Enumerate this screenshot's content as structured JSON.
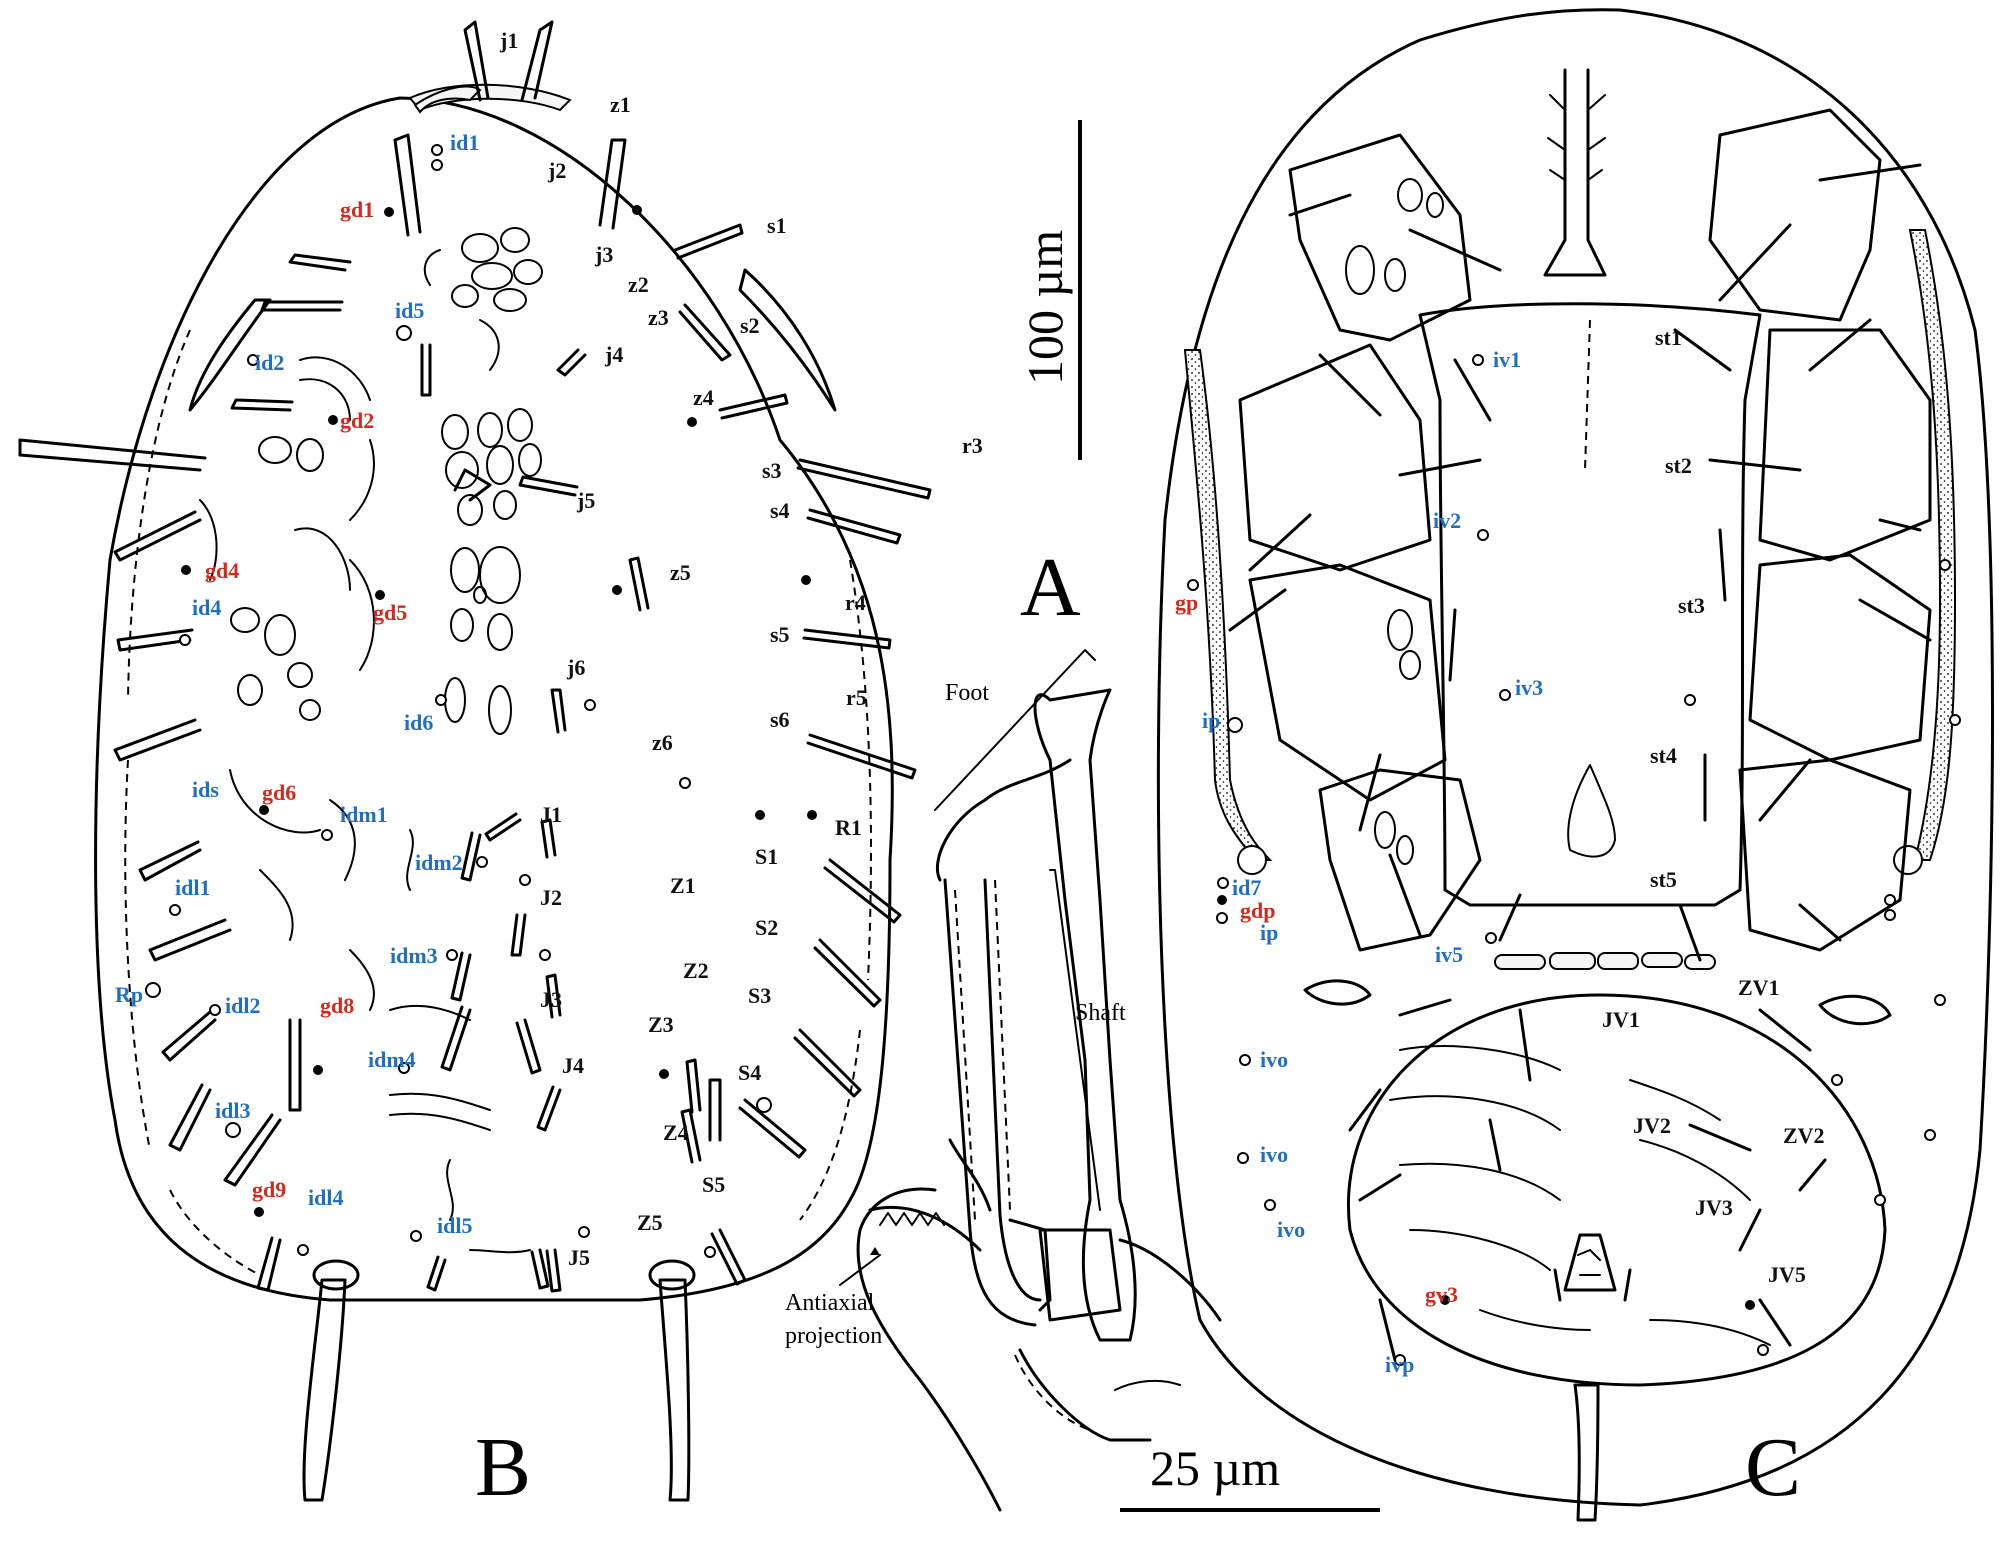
{
  "colors": {
    "morphological_seta": "#111111",
    "idiosomal_pore": "#1f6fc4",
    "gland_opening": "#d42a1e"
  },
  "panels": {
    "a": "A",
    "b": "B",
    "c": "C"
  },
  "scale_bars": {
    "top": "100 µm",
    "bottom": "25 µm"
  },
  "annotations": {
    "foot": "Foot",
    "shaft": "Shaft",
    "antiaxial_line1": "Antiaxial",
    "antiaxial_line2": "projection"
  },
  "dorsal_labels": {
    "j1": "j1",
    "z1": "z1",
    "id1": "id1",
    "j2": "j2",
    "gd1": "gd1",
    "j3": "j3",
    "s1": "s1",
    "z2": "z2",
    "id5": "id5",
    "z3": "z3",
    "s2": "s2",
    "j4": "j4",
    "id2": "id2",
    "z4": "z4",
    "gd2": "gd2",
    "r3": "r3",
    "s3": "s3",
    "j5": "j5",
    "s4": "s4",
    "gd4": "gd4",
    "z5": "z5",
    "r4": "r4",
    "id4": "id4",
    "gd5": "gd5",
    "s5": "s5",
    "j6": "j6",
    "r5": "r5",
    "id6": "id6",
    "s6": "s6",
    "z6": "z6",
    "ids": "ids",
    "gd6": "gd6",
    "idm1": "idm1",
    "J1": "J1",
    "R1": "R1",
    "idm2": "idm2",
    "S1": "S1",
    "idl1": "idl1",
    "J2": "J2",
    "Z1": "Z1",
    "S2": "S2",
    "idm3": "idm3",
    "Z2": "Z2",
    "J3": "J3",
    "S3": "S3",
    "Rp": "Rp",
    "idl2": "idl2",
    "gd8": "gd8",
    "Z3": "Z3",
    "idm4": "idm4",
    "J4": "J4",
    "S4": "S4",
    "idl3": "idl3",
    "Z4": "Z4",
    "S5": "S5",
    "gd9": "gd9",
    "idl4": "idl4",
    "idl5": "idl5",
    "J5": "J5",
    "Z5": "Z5"
  },
  "ventral_labels": {
    "iv1": "iv1",
    "st1": "st1",
    "st2": "st2",
    "iv2": "iv2",
    "gp": "gp",
    "st3": "st3",
    "ip_upper": "ip",
    "iv3": "iv3",
    "st4": "st4",
    "id7": "id7",
    "gdp": "gdp",
    "ip_lower": "ip",
    "st5": "st5",
    "iv5": "iv5",
    "ZV1": "ZV1",
    "JV1": "JV1",
    "ivo_1": "ivo",
    "JV2": "JV2",
    "ZV2": "ZV2",
    "ivo_2": "ivo",
    "ivo_3": "ivo",
    "JV3": "JV3",
    "JV5": "JV5",
    "gv3": "gv3",
    "ivp": "ivp"
  }
}
